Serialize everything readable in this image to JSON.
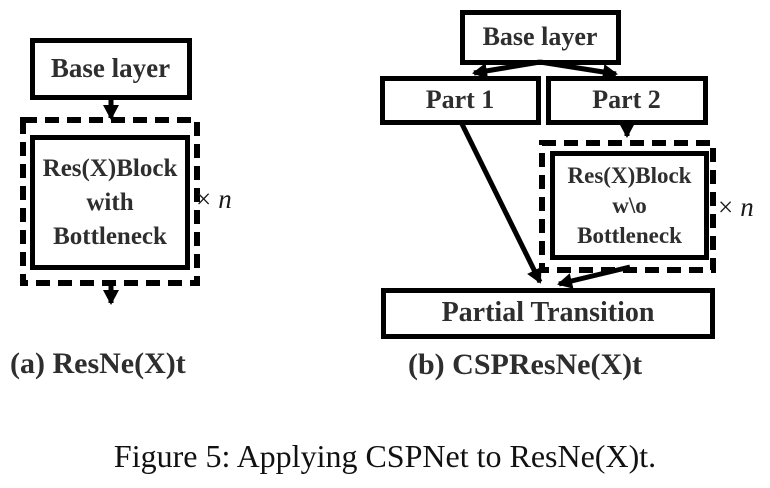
{
  "figure": {
    "caption": "Figure 5: Applying CSPNet to ResNe(X)t.",
    "colors": {
      "ink": "#000000",
      "text": "#2e2e2e",
      "background": "#ffffff"
    },
    "diagram_a": {
      "label": "(a) ResNe(X)t",
      "base_layer": "Base layer",
      "block_lines": [
        "Res(X)Block",
        "with",
        "Bottleneck"
      ],
      "multiplier_times": "×",
      "multiplier_var": "n"
    },
    "diagram_b": {
      "label": "(b) CSPResNe(X)t",
      "base_layer": "Base layer",
      "part1": "Part 1",
      "part2": "Part 2",
      "block_lines": [
        "Res(X)Block",
        "w\\o",
        "Bottleneck"
      ],
      "multiplier_times": "×",
      "multiplier_var": "n",
      "partial_transition": "Partial Transition"
    }
  }
}
